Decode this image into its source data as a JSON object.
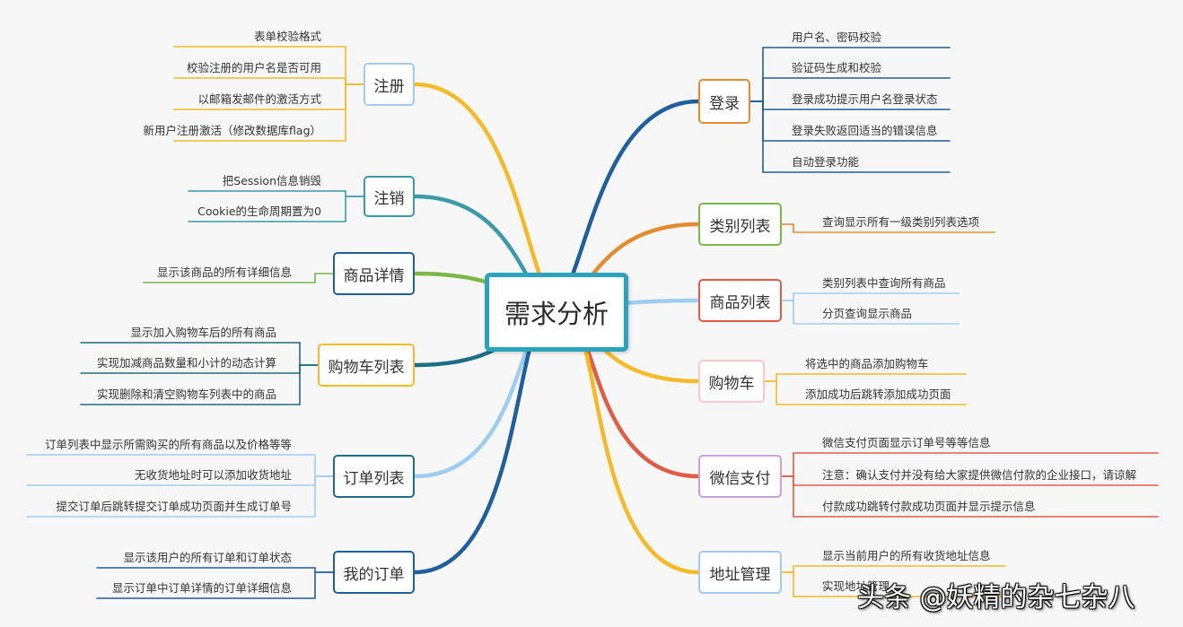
{
  "center": {
    "label": "需求分析"
  },
  "colors": {
    "blue": "#1f5f9e",
    "orange": "#e38b2f",
    "lightblue": "#9fcdf2",
    "yellow": "#f6b928",
    "red": "#e05c45",
    "teal": "#3a9aa9",
    "green": "#7ab847",
    "darkteal": "#1c6e84"
  },
  "branches_right": [
    {
      "label": "登录",
      "leaves": [
        "用户名、密码校验",
        "验证码生成和校验",
        "登录成功提示用户名登录状态",
        "登录失败返回适当的错误信息",
        "自动登录功能"
      ]
    },
    {
      "label": "类别列表",
      "leaves": [
        "查询显示所有一级类别列表选项"
      ]
    },
    {
      "label": "商品列表",
      "leaves": [
        "类别列表中查询所有商品",
        "分页查询显示商品"
      ]
    },
    {
      "label": "购物车",
      "leaves": [
        "将选中的商品添加购物车",
        "添加成功后跳转添加成功页面"
      ]
    },
    {
      "label": "微信支付",
      "leaves": [
        "微信支付页面显示订单号等等信息",
        "注意：确认支付并没有给大家提供微信付款的企业接口，请谅解",
        "付款成功跳转付款成功页面并显示提示信息"
      ]
    },
    {
      "label": "地址管理",
      "leaves": [
        "显示当前用户的所有收货地址信息",
        "实现地址管理"
      ]
    }
  ],
  "branches_left": [
    {
      "label": "注册",
      "leaves": [
        "表单校验格式",
        "校验注册的用户名是否可用",
        "以邮箱发邮件的激活方式",
        "新用户注册激活（修改数据库flag）"
      ]
    },
    {
      "label": "注销",
      "leaves": [
        "把Session信息销毁",
        "Cookie的生命周期置为0"
      ]
    },
    {
      "label": "商品详情",
      "leaves": [
        "显示该商品的所有详细信息"
      ]
    },
    {
      "label": "购物车列表",
      "leaves": [
        "显示加入购物车后的所有商品",
        "实现加减商品数量和小计的动态计算",
        "实现删除和清空购物车列表中的商品"
      ]
    },
    {
      "label": "订单列表",
      "leaves": [
        "订单列表中显示所需购买的所有商品以及价格等等",
        "无收货地址时可以添加收货地址",
        "提交订单后跳转提交订单成功页面并生成订单号"
      ]
    },
    {
      "label": "我的订单",
      "leaves": [
        "显示该用户的所有订单和订单状态",
        "显示订单中订单详情的订单详细信息"
      ]
    }
  ],
  "watermark": "头条 @妖精的杂七杂八"
}
